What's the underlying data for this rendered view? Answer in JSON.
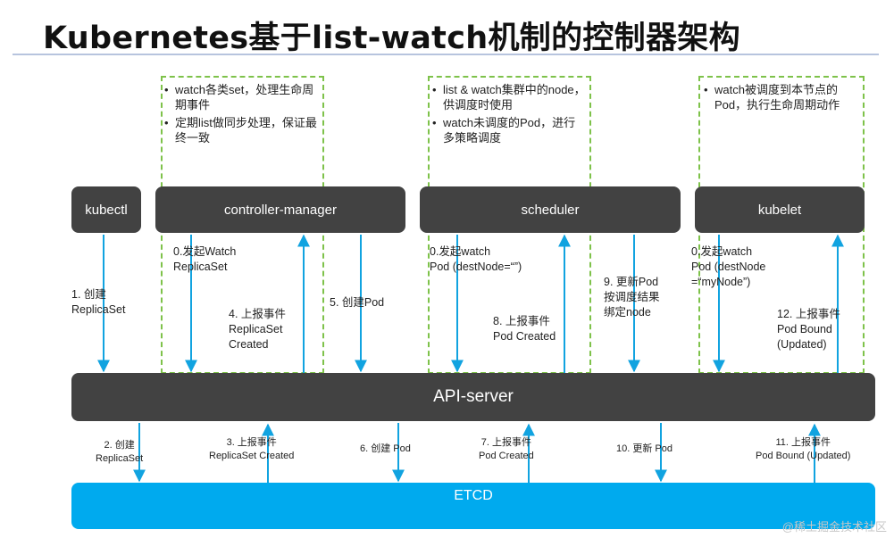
{
  "title": "Kubernetes基于list-watch机制的控制器架构",
  "components": {
    "kubectl": "kubectl",
    "controller_manager": "controller-manager",
    "scheduler": "scheduler",
    "kubelet": "kubelet",
    "api_server": "API-server",
    "etcd": "ETCD"
  },
  "notes": {
    "controller": [
      "watch各类set，处理生命周期事件",
      "定期list做同步处理，保证最终一致"
    ],
    "scheduler": [
      "list & watch集群中的node，供调度时使用",
      "watch未调度的Pod，进行多策略调度"
    ],
    "kubelet": [
      "watch被调度到本节点的Pod，执行生命周期动作"
    ]
  },
  "upper_labels": {
    "l1": "1. 创建\nReplicaSet",
    "l0_controller": "0.发起Watch\nReplicaSet",
    "l4": "4. 上报事件\nReplicaSet\nCreated",
    "l5": "5. 创建Pod",
    "l0_scheduler": "0.发起watch\nPod (destNode=“”)",
    "l8": "8. 上报事件\nPod Created",
    "l9": "9. 更新Pod\n按调度结果\n绑定node",
    "l0_kubelet": "0.发起watch\nPod (destNode\n=“myNode”)",
    "l12": "12. 上报事件\nPod Bound\n(Updated)"
  },
  "lower_labels": {
    "l2": "2. 创建\nReplicaSet",
    "l3": "3. 上报事件\nReplicaSet Created",
    "l6": "6. 创建 Pod",
    "l7": "7. 上报事件\nPod Created",
    "l10": "10. 更新 Pod",
    "l11": "11. 上报事件\nPod Bound (Updated)"
  },
  "watermark": "@稀土掘金技术社区",
  "colors": {
    "component_bg": "#424242",
    "etcd_bg": "#00aaee",
    "arrow": "#11a3e0",
    "dash": "#7ec24a"
  }
}
